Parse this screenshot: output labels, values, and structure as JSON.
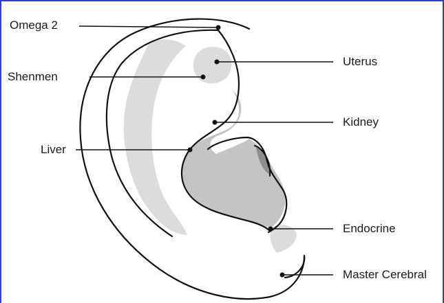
{
  "labels": {
    "omega2": "Omega 2",
    "shenmen": "Shenmen",
    "liver": "Liver",
    "uterus": "Uterus",
    "kidney": "Kidney",
    "endocrine": "Endocrine",
    "master_cerebral": "Master Cerebral"
  },
  "colors": {
    "frame_border": "#2a3fd8",
    "outline": "#111111",
    "shade_light": "#dcdcdc",
    "shade_medium": "#c4c4c4",
    "shade_dark": "#8e8e8e",
    "text": "#1a1a1a"
  }
}
